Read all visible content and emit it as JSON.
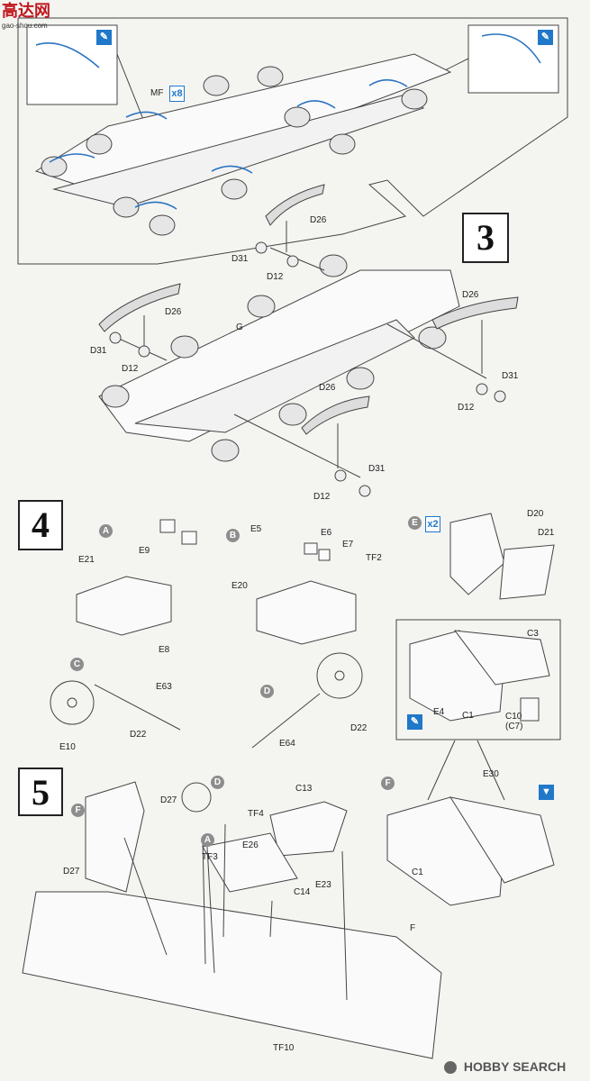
{
  "header_logo": {
    "brand_chars": "高达网",
    "brand_url": "gao-shou.com"
  },
  "watermark": {
    "text": "HOBBY SEARCH"
  },
  "steps": {
    "s3": "3",
    "s4": "4",
    "s5": "5"
  },
  "step3": {
    "mf": "MF",
    "mf_qty": "x8",
    "d26": "D26",
    "d31": "D31",
    "d12": "D12",
    "g": "G"
  },
  "step4": {
    "sub_a": "A",
    "sub_b": "B",
    "sub_c": "C",
    "sub_d": "D",
    "sub_e": "E",
    "e_qty": "x2",
    "e9": "E9",
    "e21": "E21",
    "e8": "E8",
    "e5": "E5",
    "e6": "E6",
    "e7": "E7",
    "tf2": "TF2",
    "e20": "E20",
    "d20": "D20",
    "d21": "D21",
    "e63": "E63",
    "e10": "E10",
    "d22": "D22",
    "e64": "E64",
    "sub_f": "F",
    "c3": "C3",
    "e4": "E4",
    "c1": "C1",
    "c10": "C10",
    "c7": "(C7)"
  },
  "step5": {
    "f": "F",
    "d27": "D27",
    "d": "D",
    "tf4": "TF4",
    "c13": "C13",
    "a": "A",
    "tf3": "TF3",
    "e26": "E26",
    "c14": "C14",
    "e23": "E23",
    "e30": "E30",
    "c1": "C1",
    "tf10": "TF10"
  },
  "icons": [
    "paint-brush-icon",
    "cement-drop-icon"
  ]
}
